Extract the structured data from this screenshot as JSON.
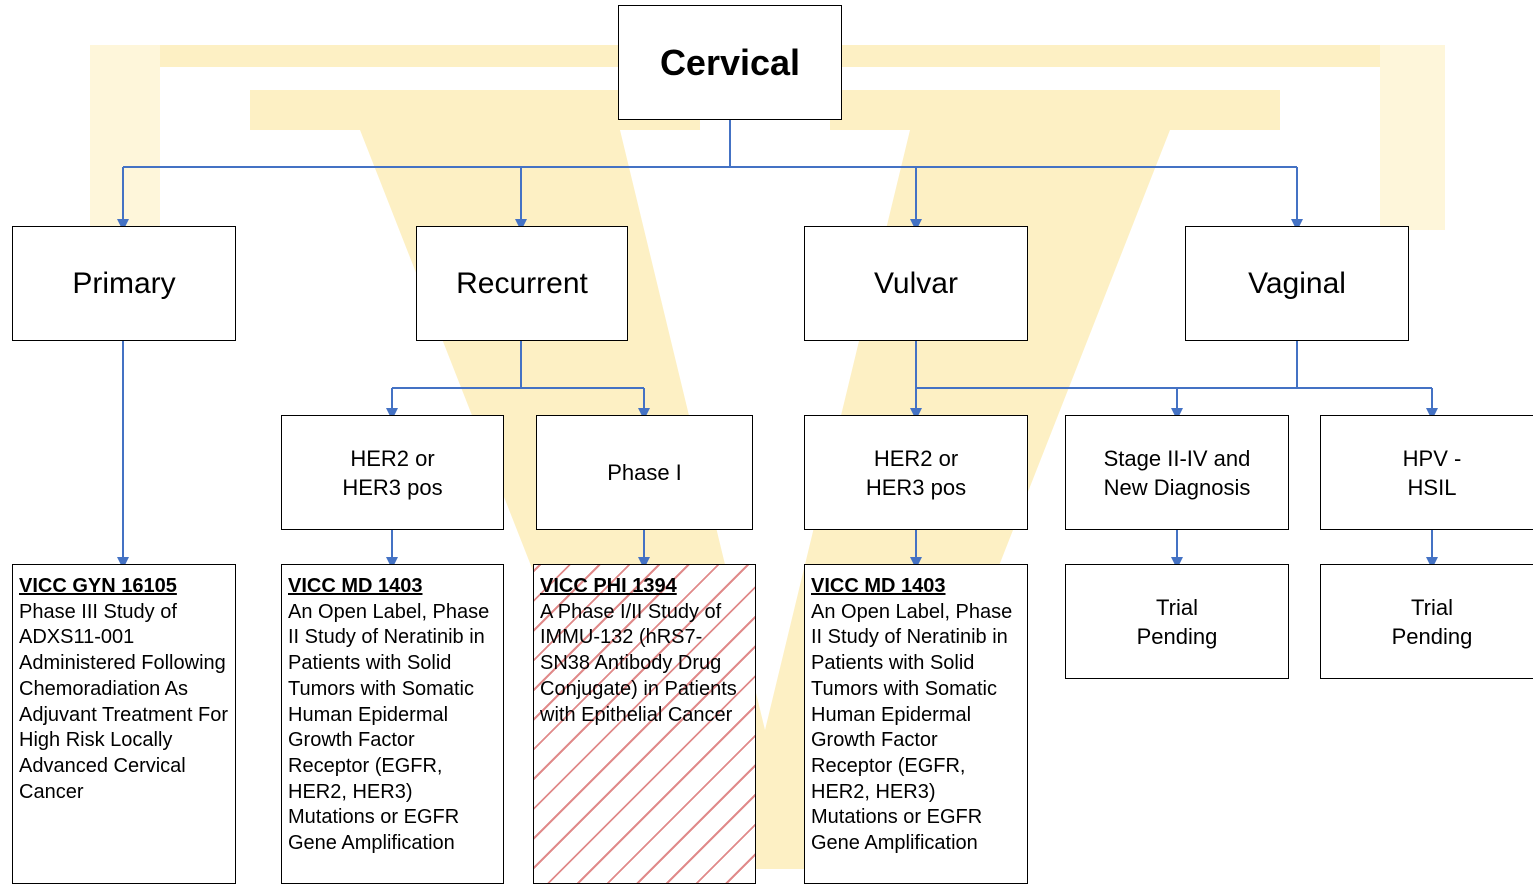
{
  "diagram": {
    "root": {
      "label": "Cervical"
    },
    "categories": [
      {
        "key": "primary",
        "label": "Primary"
      },
      {
        "key": "recurrent",
        "label": "Recurrent"
      },
      {
        "key": "vulvar",
        "label": "Vulvar"
      },
      {
        "key": "vaginal",
        "label": "Vaginal"
      }
    ],
    "subgroups": {
      "recurrent_her": "HER2 or\nHER3 pos",
      "recurrent_phase1": "Phase I",
      "vulvar_her": "HER2 or\nHER3 pos",
      "vaginal_stage": "Stage II-IV and\nNew Diagnosis",
      "vaginal_hpv": "HPV -\nHSIL"
    },
    "trials": {
      "primary": {
        "id": "VICC GYN 16105",
        "desc": "Phase III Study of ADXS11-001 Administered Following Chemoradiation As Adjuvant Treatment For High Risk Locally Advanced Cervical Cancer"
      },
      "recurrent_her": {
        "id": "VICC MD 1403",
        "desc": "An Open Label, Phase II Study of Neratinib in Patients with Solid Tumors with Somatic Human Epidermal Growth Factor Receptor (EGFR, HER2, HER3) Mutations or EGFR Gene Amplification"
      },
      "recurrent_phase1": {
        "id": "VICC PHI 1394",
        "desc": "A Phase I/II Study of IMMU-132 (hRS7-SN38 Antibody Drug Conjugate) in Patients with Epithelial Cancer"
      },
      "vulvar_her": {
        "id": "VICC MD 1403",
        "desc": "An Open Label, Phase II Study of Neratinib in Patients with Solid Tumors with Somatic Human Epidermal Growth Factor Receptor (EGFR, HER2, HER3) Mutations or EGFR Gene Amplification"
      },
      "vaginal_stage": {
        "status": "Trial\nPending"
      },
      "vaginal_hpv": {
        "status": "Trial\nPending"
      }
    },
    "colors": {
      "connector": "#4472c4",
      "watermark": "#fdf0c4",
      "hatch": "#e08a8a",
      "border": "#000000"
    }
  }
}
